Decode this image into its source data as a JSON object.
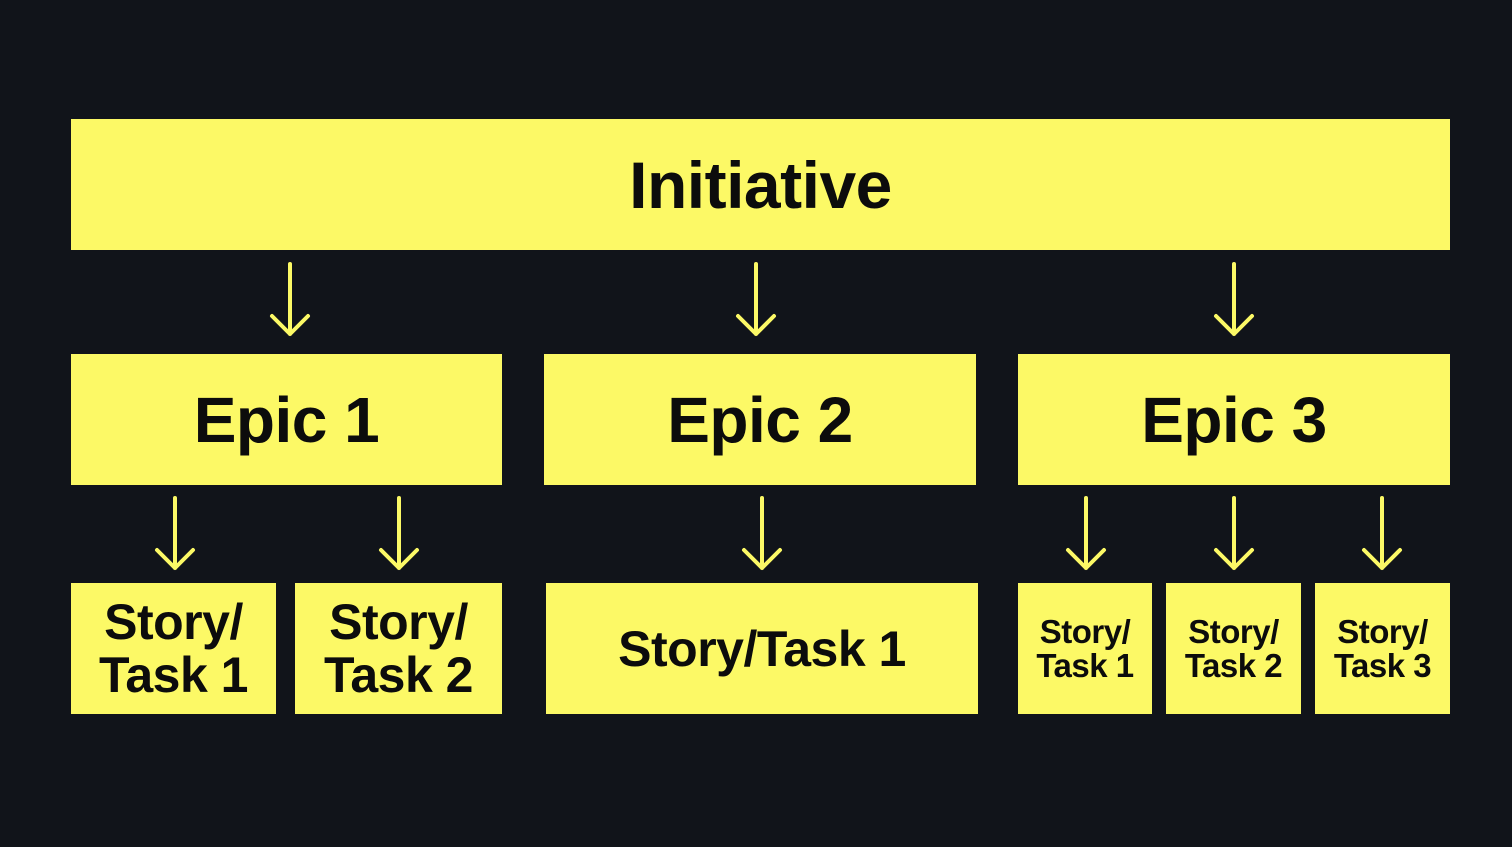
{
  "diagram": {
    "colors": {
      "background": "#11141a",
      "box": "#fcf966",
      "text": "#0c0c0c",
      "arrow": "#fcf966"
    },
    "arrow_icon": "arrow-down-icon",
    "initiative": {
      "label": "Initiative"
    },
    "epics": [
      {
        "label": "Epic 1",
        "stories": [
          {
            "line1": "Story/",
            "line2": "Task 1"
          },
          {
            "line1": "Story/",
            "line2": "Task 2"
          }
        ]
      },
      {
        "label": "Epic 2",
        "stories": [
          {
            "label": "Story/Task 1"
          }
        ]
      },
      {
        "label": "Epic 3",
        "stories": [
          {
            "line1": "Story/",
            "line2": "Task 1"
          },
          {
            "line1": "Story/",
            "line2": "Task 2"
          },
          {
            "line1": "Story/",
            "line2": "Task 3"
          }
        ]
      }
    ]
  }
}
